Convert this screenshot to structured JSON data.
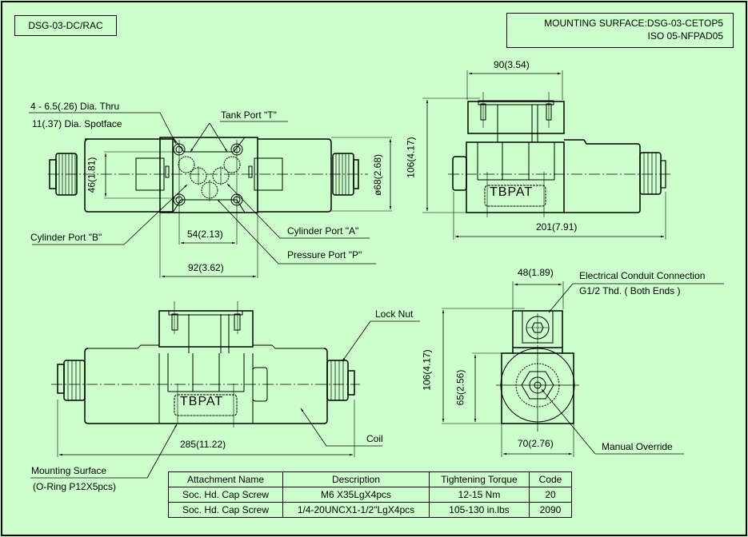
{
  "header": {
    "model": "DSG-03-DC/RAC",
    "mounting_surface_line1": "MOUNTING SURFACE:DSG-03-CETOP5",
    "mounting_surface_line2": "ISO 05-NFPAD05"
  },
  "top_view": {
    "hole_note_line1": "4 - 6.5(.26) Dia. Thru",
    "hole_note_line2": "11(.37) Dia. Spotface",
    "tank_port": "Tank Port \"T\"",
    "cylinder_port_b": "Cylinder Port \"B\"",
    "cylinder_port_a": "Cylinder Port \"A\"",
    "pressure_port": "Pressure Port \"P\"",
    "dim_height": "46(1.81)",
    "dim_diameter": "ø68(2.68)",
    "dim_port_span": "54(2.13)",
    "dim_body_width": "92(3.62)"
  },
  "side_view": {
    "dim_top_width": "90(3.54)",
    "dim_height": "106(4.17)",
    "dim_length": "201(7.91)",
    "port_marking": "TBPAT"
  },
  "front_view": {
    "lock_nut": "Lock Nut",
    "coil": "Coil",
    "dim_length": "285(11.22)",
    "port_marking": "TBPAT",
    "mounting_surface": "Mounting Surface",
    "o_ring": "(O-Ring P12X5pcs)"
  },
  "end_view": {
    "dim_top_width": "48(1.89)",
    "conduit_line1": "Electrical Conduit Connection",
    "conduit_line2": "G1/2 Thd. ( Both Ends )",
    "dim_height": "106(4.17)",
    "dim_center_height": "65(2.56)",
    "dim_width": "70(2.76)",
    "manual_override": "Manual Override"
  },
  "attachment_table": {
    "headers": [
      "Attachment Name",
      "Description",
      "Tightening Torque",
      "Code"
    ],
    "rows": [
      [
        "Soc. Hd. Cap Screw",
        "M6 X35LgX4pcs",
        "12-15 Nm",
        "20"
      ],
      [
        "Soc. Hd. Cap Screw",
        "1/4-20UNCX1-1/2\"LgX4pcs",
        "105-130 in.lbs",
        "2090"
      ]
    ]
  },
  "colors": {
    "background": "#ccffcc",
    "line": "#000000"
  }
}
